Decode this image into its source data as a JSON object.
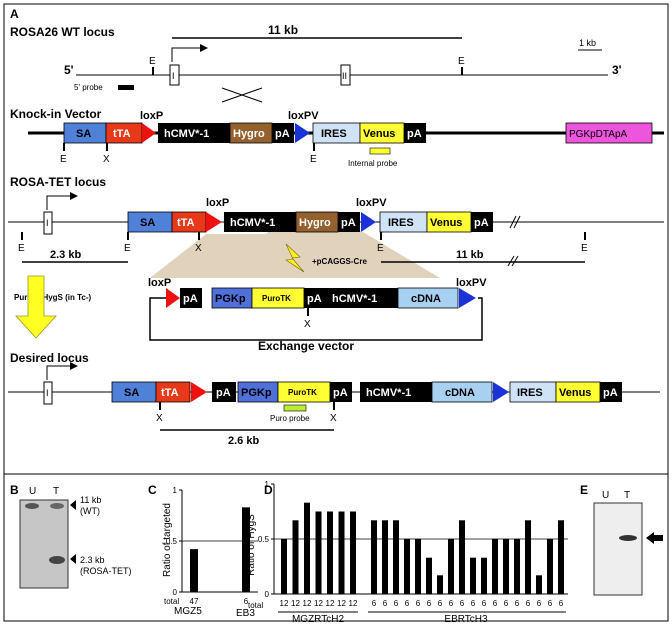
{
  "panelA": {
    "label": "A",
    "wt": {
      "title": "ROSA26 WT locus",
      "size": "11 kb",
      "scale": "1 kb",
      "five": "5'",
      "three": "3'",
      "e": "E",
      "exon1": "I",
      "exon2": "II",
      "probe": "5' probe"
    },
    "knockin": {
      "title": "Knock-in Vector",
      "sa": "SA",
      "tta": "tTA",
      "loxp": "loxP",
      "hcmv": "hCMV*-1",
      "hygro": "Hygro",
      "pa": "pA",
      "loxpv": "loxPV",
      "ires": "IRES",
      "venus": "Venus",
      "pgkdta": "PGKpDTApA",
      "internal_probe": "Internal probe",
      "e": "E",
      "x": "X"
    },
    "rosatet": {
      "title": "ROSA-TET locus",
      "size_left": "2.3 kb",
      "size_right": "11 kb",
      "cre": "+pCAGGS-Cre"
    },
    "exchange": {
      "title": "Exchange vector",
      "pgkp": "PGKp",
      "puretk": "PuroTK",
      "cdna": "cDNA"
    },
    "selection": "PuroR, HygS (in Tc-)",
    "desired": {
      "title": "Desired locus",
      "puro_probe": "Puro probe",
      "size": "2.6 kb"
    }
  },
  "panelB": {
    "label": "B",
    "lane_u": "U",
    "lane_t": "T",
    "band1_size": "11 kb",
    "band1_name": "(WT)",
    "band2_size": "2.3 kb",
    "band2_name": "(ROSA-TET)"
  },
  "panelC": {
    "label": "C",
    "ylabel": "Ratio of targeted",
    "ticks": [
      "0",
      "0.5",
      "1"
    ],
    "total_label": "total",
    "group1": "MGZ5",
    "group2": "EB3"
  },
  "panelD": {
    "label": "D",
    "ylabel": "Ratio of HygS",
    "ticks": [
      "0",
      "0.5",
      "1"
    ],
    "total_label": "total",
    "group1": "MGZRTcH2",
    "group2": "EBRTcH3"
  },
  "panelE": {
    "label": "E",
    "lane_u": "U",
    "lane_t": "T"
  },
  "chart_data": [
    {
      "type": "bar",
      "panel": "C",
      "ylabel": "Ratio of targeted",
      "ylim": [
        0,
        1
      ],
      "categories": [
        "MGZ5",
        "EB3"
      ],
      "values": [
        0.42,
        0.83
      ],
      "totals": [
        "47",
        "6"
      ]
    },
    {
      "type": "bar",
      "panel": "D",
      "ylabel": "Ratio of HygS",
      "ylim": [
        0,
        1
      ],
      "groups": [
        "MGZRTcH2",
        "EBRTcH3"
      ],
      "group_sizes": [
        7,
        18
      ],
      "values": [
        0.5,
        0.67,
        0.83,
        0.75,
        0.75,
        0.75,
        0.75,
        0.67,
        0.67,
        0.67,
        0.5,
        0.5,
        0.33,
        0.17,
        0.5,
        0.67,
        0.33,
        0.33,
        0.5,
        0.5,
        0.5,
        0.67,
        0.17,
        0.5,
        0.67
      ],
      "totals": [
        "12",
        "12",
        "12",
        "12",
        "12",
        "12",
        "12",
        "6",
        "6",
        "6",
        "6",
        "6",
        "6",
        "6",
        "6",
        "6",
        "6",
        "6",
        "6",
        "6",
        "6",
        "6",
        "6",
        "6",
        "6"
      ]
    }
  ]
}
